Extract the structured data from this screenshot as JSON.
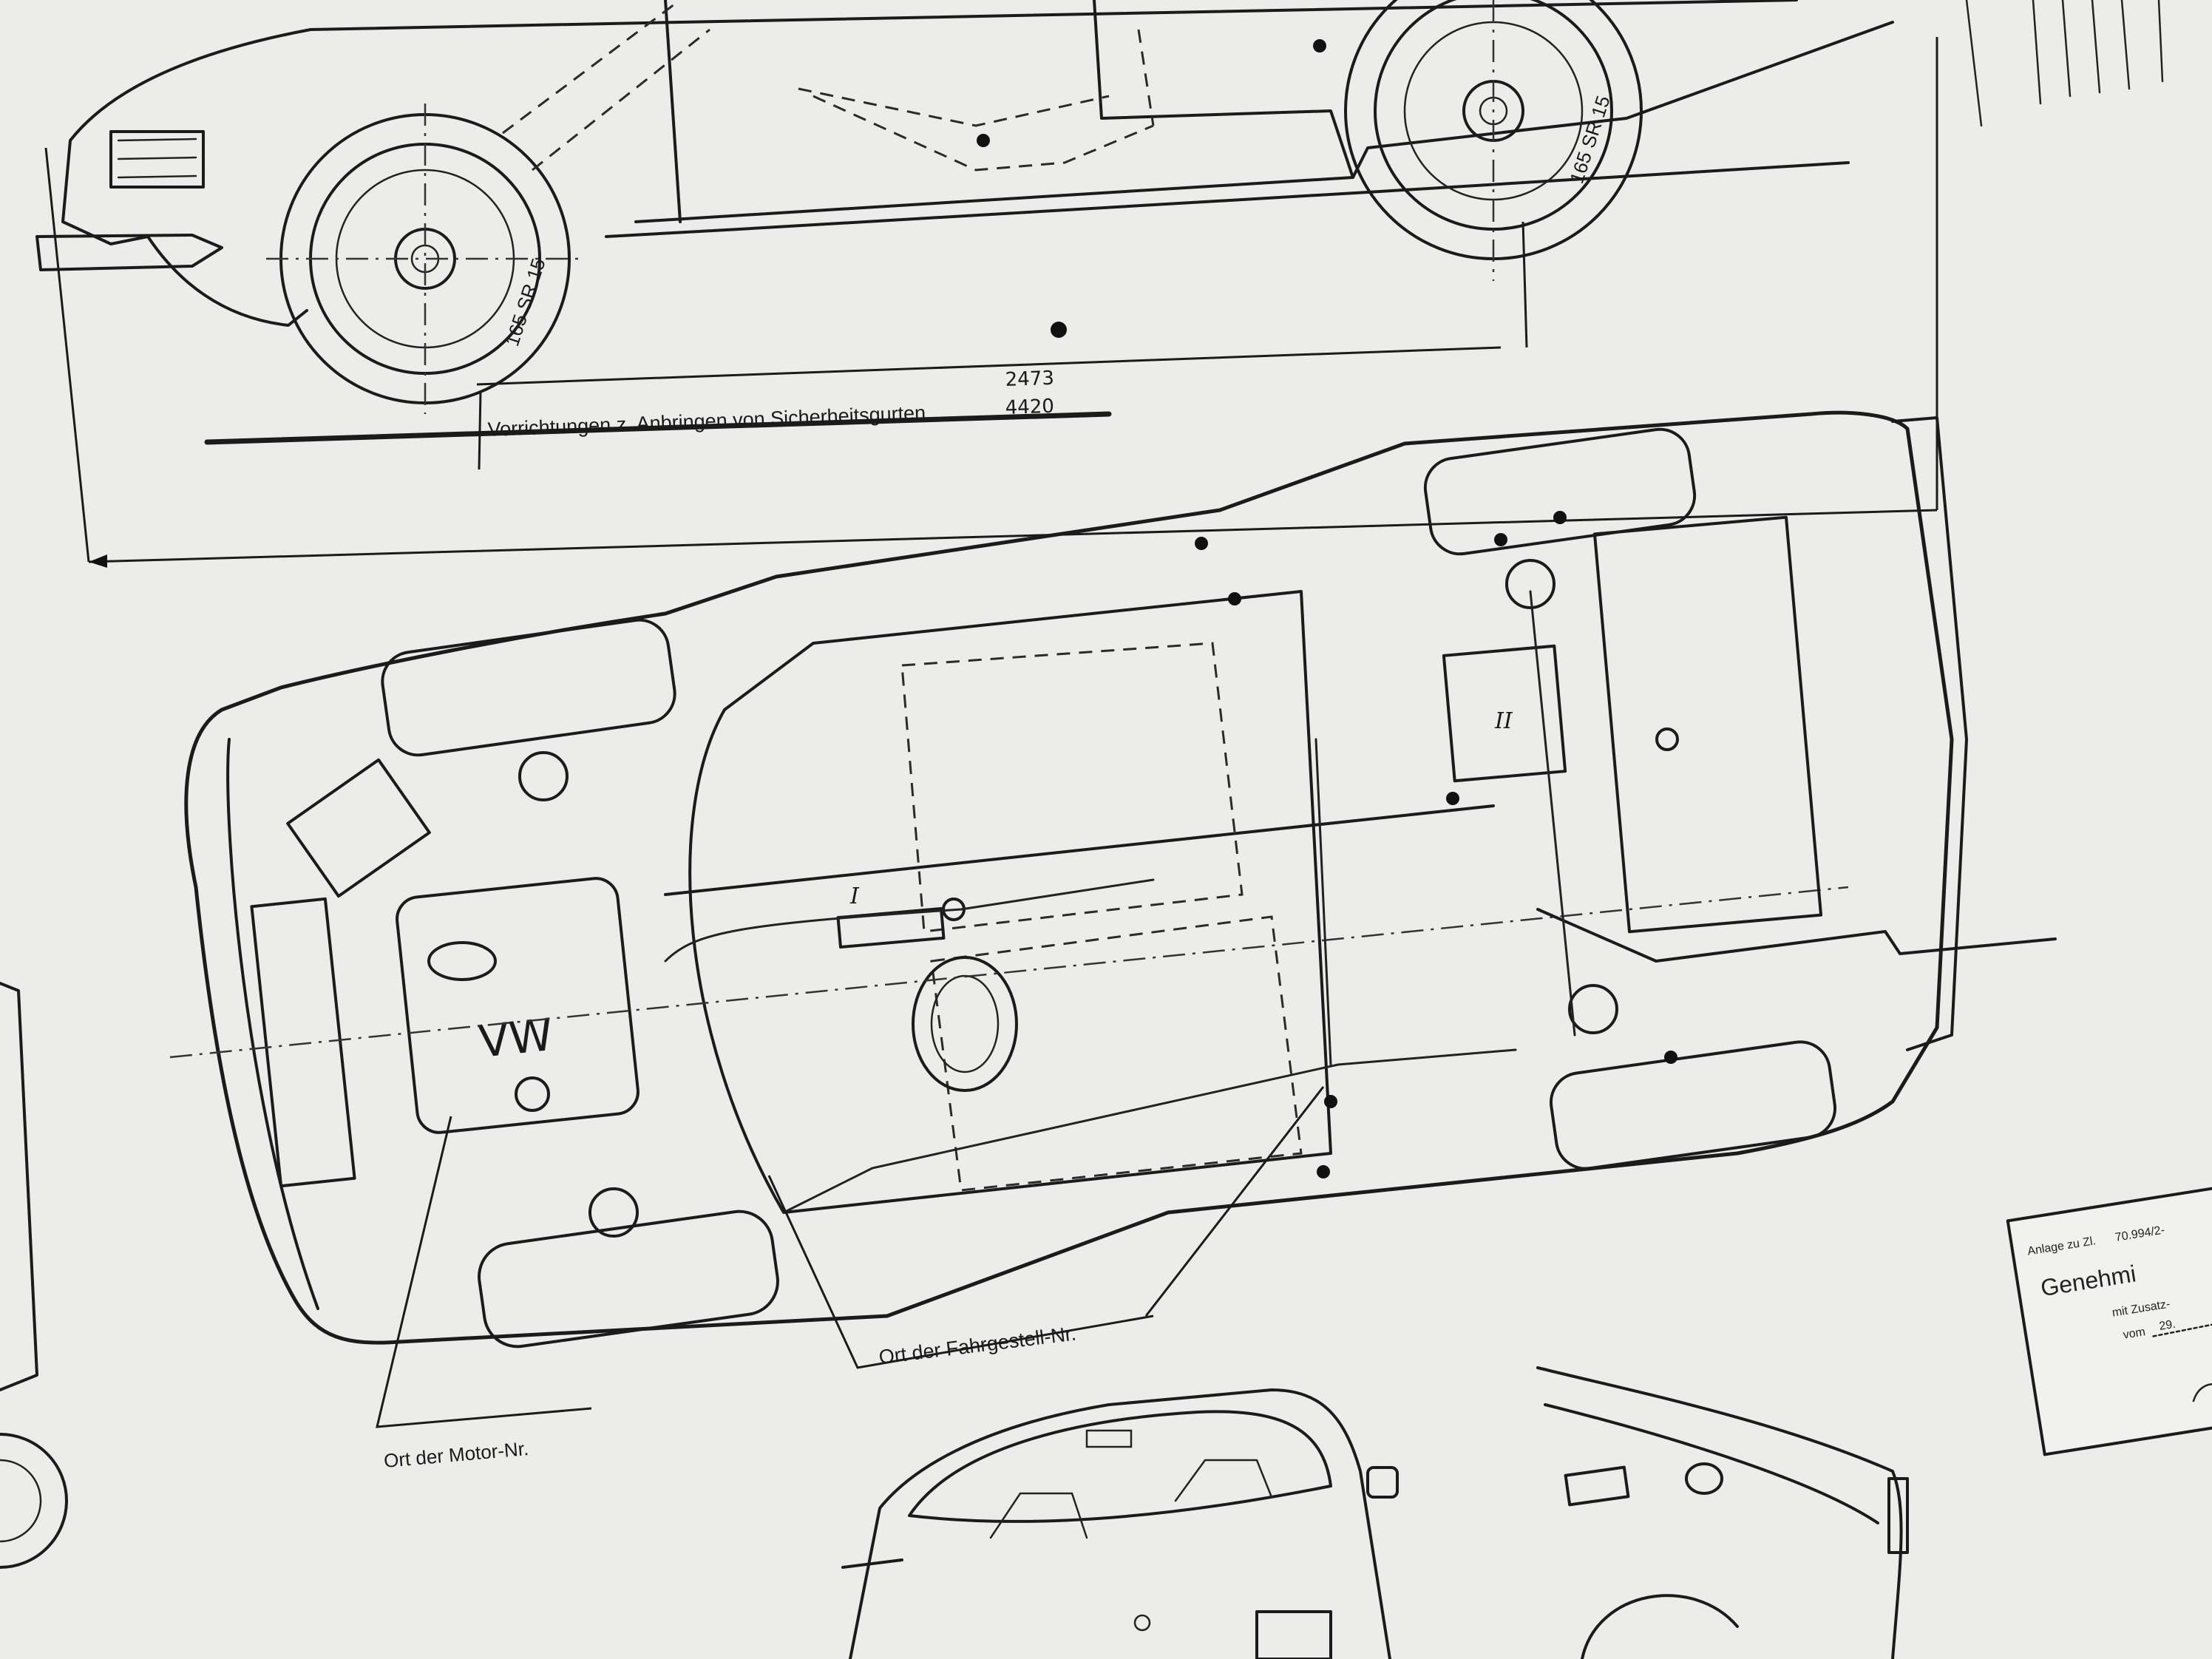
{
  "labels": {
    "seatbelt_mounts": "Vorrichtungen z. Anbringen von Sicherheitsgurten",
    "engine_number_location": "Ort der Motor-Nr.",
    "chassis_number_location": "Ort der Fahrgestell-Nr.",
    "marker_one": "I",
    "marker_two": "II",
    "nameplate_emblem": "VW"
  },
  "dimensions": {
    "wheelbase": "2473",
    "overall_length": "4420"
  },
  "tires": {
    "front": "165 SR 15",
    "rear": "165 SR 15"
  },
  "stamp": {
    "line1_prefix": "Anlage zu Zl.",
    "line1_number": "70.994/2-",
    "title": "Genehmi",
    "subtitle": "mit Zusatz-",
    "date_prefix": "vom",
    "date_value": "29."
  },
  "colors": {
    "paper": "#ececea",
    "ink": "#1b1b1b"
  }
}
